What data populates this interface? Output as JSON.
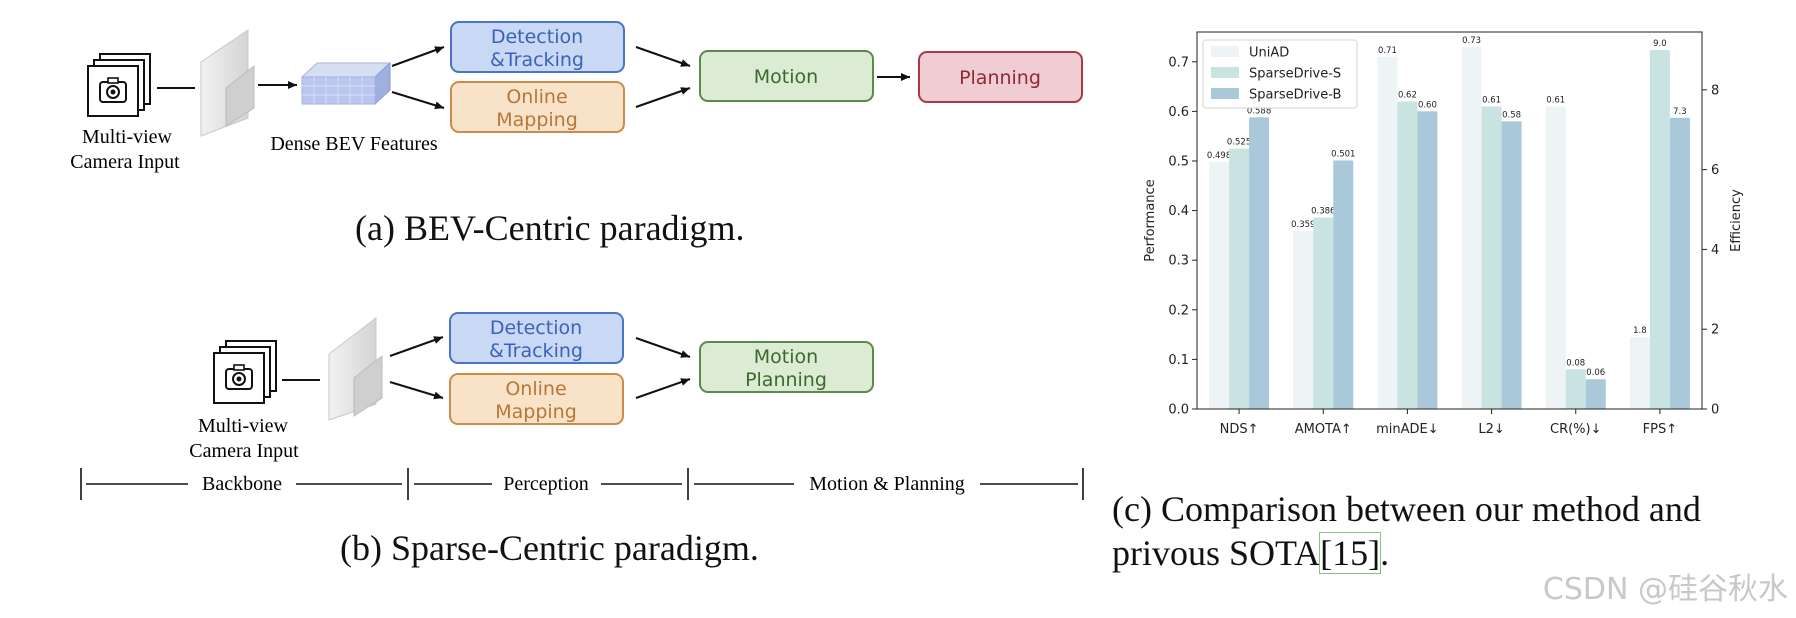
{
  "panel_a": {
    "input_label_line1": "Multi-view",
    "input_label_line2": "Camera Input",
    "bev_label": "Dense BEV Features",
    "box_detection_line1": "Detection",
    "box_detection_line2": "&Tracking",
    "box_mapping_line1": "Online",
    "box_mapping_line2": "Mapping",
    "box_motion": "Motion",
    "box_planning": "Planning",
    "caption": "(a) BEV-Centric paradigm."
  },
  "panel_b": {
    "input_label_line1": "Multi-view",
    "input_label_line2": "Camera Input",
    "box_detection_line1": "Detection",
    "box_detection_line2": "&Tracking",
    "box_mapping_line1": "Online",
    "box_mapping_line2": "Mapping",
    "box_motion_line1": "Motion",
    "box_motion_line2": "Planning",
    "stage_backbone": "Backbone",
    "stage_perception": "Perception",
    "stage_motion_planning": "Motion & Planning",
    "caption": "(b) Sparse-Centric paradigm."
  },
  "panel_c": {
    "caption_line1": "(c) Comparison between our method and",
    "caption_line2_prefix": "privous SOTA",
    "caption_ref": "[15]",
    "caption_line2_suffix": "."
  },
  "colors": {
    "detection_fill": "#c9d8f5",
    "detection_stroke": "#4a74c4",
    "detection_text": "#3a63b8",
    "mapping_fill": "#f8e3c8",
    "mapping_stroke": "#c98c4a",
    "mapping_text": "#b8763a",
    "motion_fill": "#dcebd3",
    "motion_stroke": "#5b8a4a",
    "motion_text": "#3c6a2c",
    "planning_fill": "#f0cdd2",
    "planning_stroke": "#a83a48",
    "planning_text": "#8e2a38",
    "uniad": "#eef3f6",
    "sparsedrive_s": "#c9e3e1",
    "sparsedrive_b": "#a9c8da"
  },
  "chart_data": {
    "type": "bar",
    "categories": [
      "NDS↑",
      "AMOTA↑",
      "minADE↓",
      "L2↓",
      "CR(%)↓",
      "FPS↑"
    ],
    "ylabel_left": "Performance",
    "ylabel_right": "Efficiency",
    "ylim_left": [
      0,
      0.76
    ],
    "ylim_right": [
      0,
      9.45
    ],
    "yticks_left": [
      "0.0",
      "0.1",
      "0.2",
      "0.3",
      "0.4",
      "0.5",
      "0.6",
      "0.7"
    ],
    "yticks_right": [
      "0",
      "2",
      "4",
      "6",
      "8"
    ],
    "legend_position": "top-left",
    "grid": false,
    "series": [
      {
        "name": "UniAD",
        "values": [
          0.498,
          0.359,
          0.71,
          0.73,
          0.61,
          1.8
        ],
        "labels": [
          "0.498",
          "0.359",
          "0.71",
          "0.73",
          "0.61",
          "1.8"
        ]
      },
      {
        "name": "SparseDrive-S",
        "values": [
          0.525,
          0.386,
          0.62,
          0.61,
          0.08,
          9.0
        ],
        "labels": [
          "0.525",
          "0.386",
          "0.62",
          "0.61",
          "0.08",
          "9.0"
        ]
      },
      {
        "name": "SparseDrive-B",
        "values": [
          0.588,
          0.501,
          0.6,
          0.58,
          0.06,
          7.3
        ],
        "labels": [
          "0.588",
          "0.501",
          "0.60",
          "0.58",
          "0.06",
          "7.3"
        ]
      }
    ],
    "right_axis_category": "FPS↑"
  },
  "watermark": "CSDN @硅谷秋水"
}
